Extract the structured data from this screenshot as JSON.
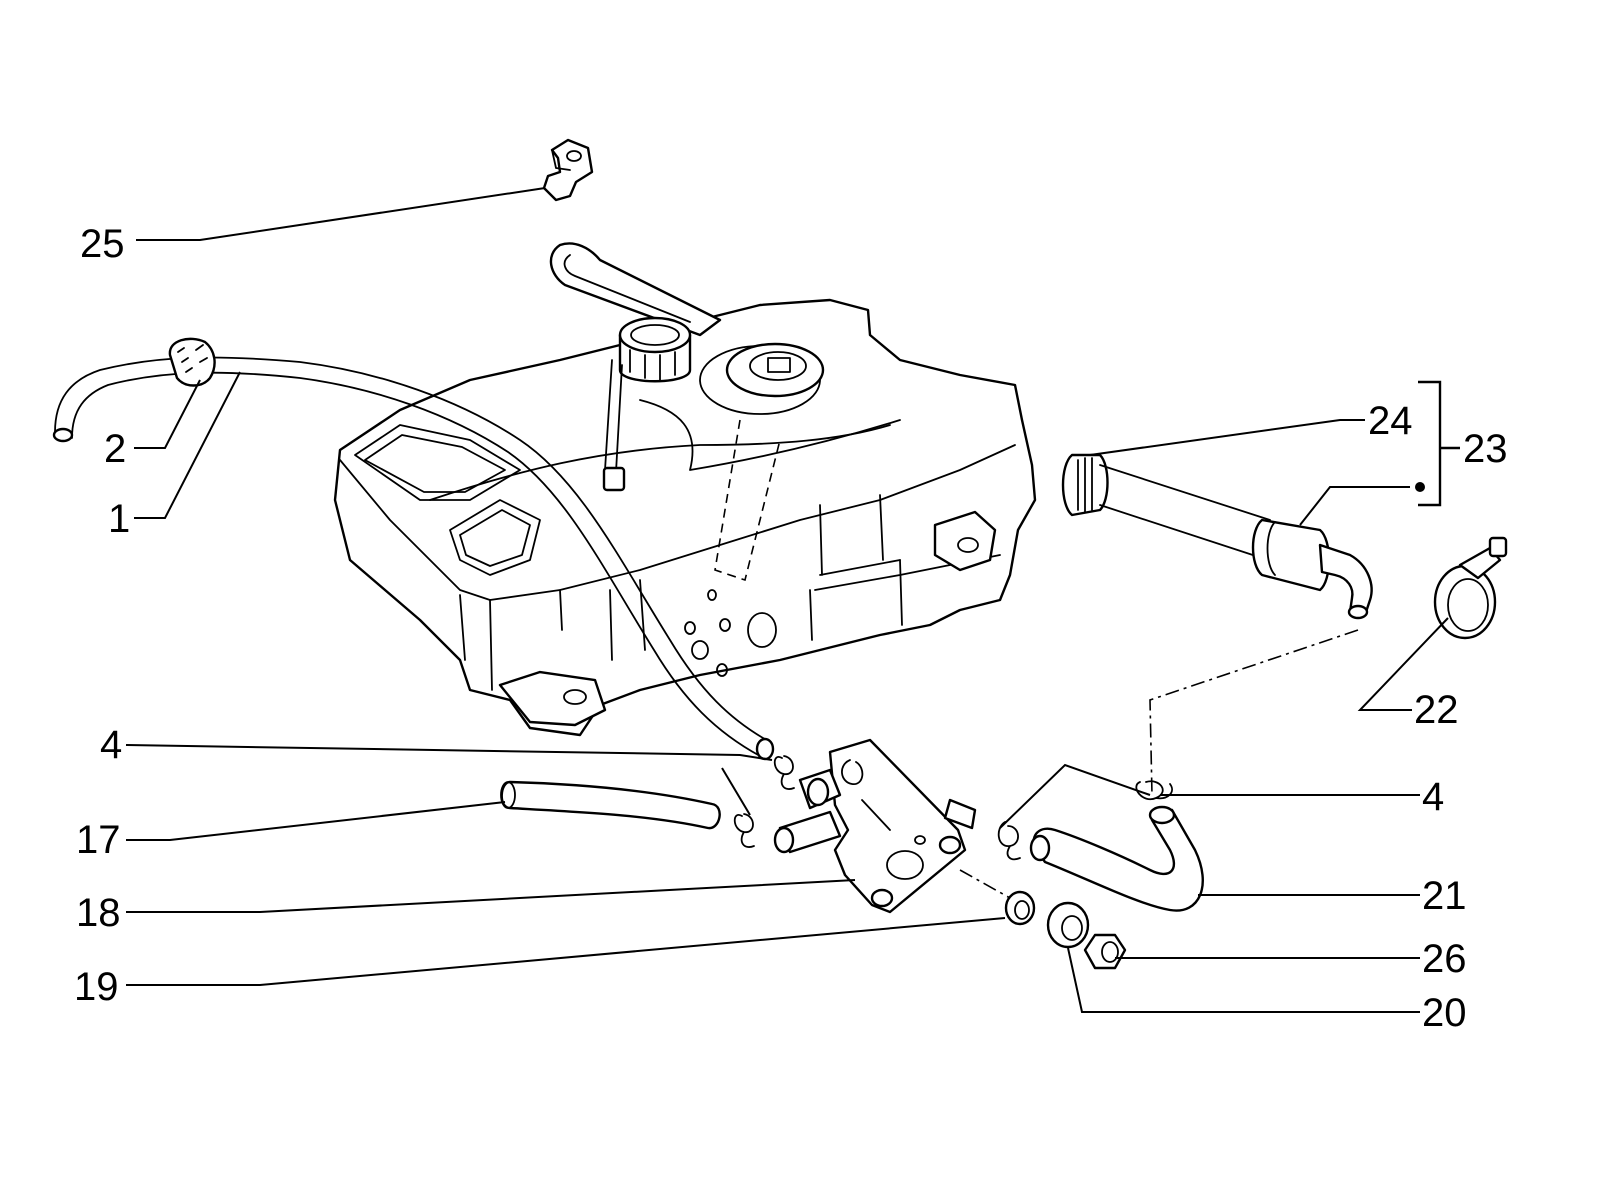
{
  "diagram": {
    "callouts": [
      {
        "id": "c25",
        "label": "25"
      },
      {
        "id": "c2",
        "label": "2"
      },
      {
        "id": "c1",
        "label": "1"
      },
      {
        "id": "c24",
        "label": "24"
      },
      {
        "id": "c23",
        "label": "23"
      },
      {
        "id": "c22",
        "label": "22"
      },
      {
        "id": "c4-left",
        "label": "4"
      },
      {
        "id": "c4-right",
        "label": "4"
      },
      {
        "id": "c17",
        "label": "17"
      },
      {
        "id": "c18",
        "label": "18"
      },
      {
        "id": "c19",
        "label": "19"
      },
      {
        "id": "c21",
        "label": "21"
      },
      {
        "id": "c26",
        "label": "26"
      },
      {
        "id": "c20",
        "label": "20"
      }
    ]
  }
}
